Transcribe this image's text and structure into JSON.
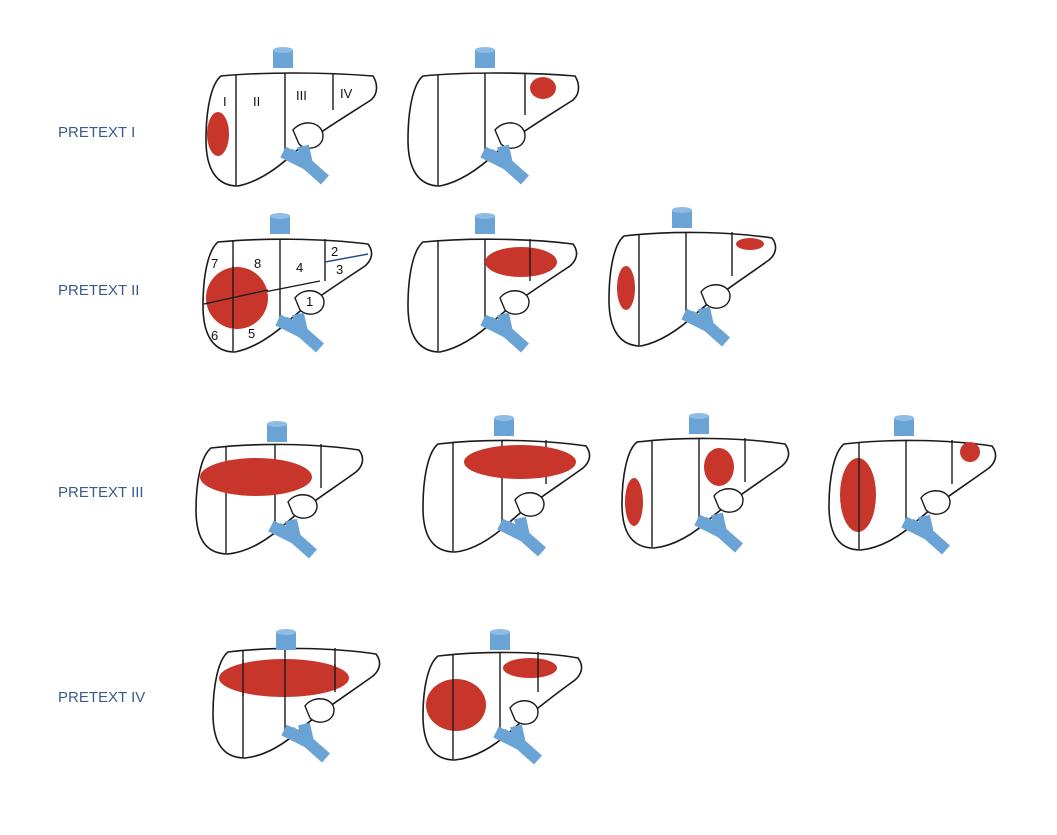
{
  "colors": {
    "tumor": "#c8352b",
    "vessel": "#6aa3d6",
    "label": "#3b5a8c"
  },
  "rows": [
    {
      "label": "PRETEXT I"
    },
    {
      "label": "PRETEXT II"
    },
    {
      "label": "PRETEXT III"
    },
    {
      "label": "PRETEXT IV"
    }
  ],
  "sector_labels": [
    "I",
    "II",
    "III",
    "IV"
  ],
  "segment_labels": [
    "7",
    "8",
    "4",
    "2",
    "3",
    "1",
    "6",
    "5"
  ]
}
